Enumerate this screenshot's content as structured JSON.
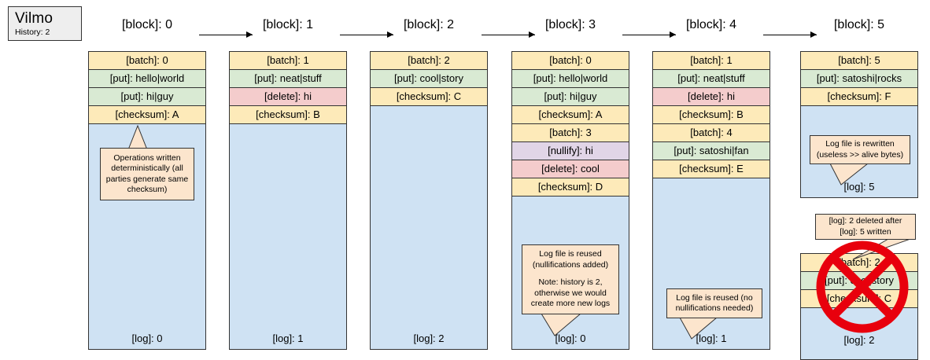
{
  "app": {
    "title": "Vilmo",
    "subtitle": "History: 2"
  },
  "blocks": [
    {
      "label": "[block]: 0",
      "logs": [
        {
          "log_label": "[log]: 0",
          "rows": [
            {
              "kind": "batch",
              "text": "[batch]: 0"
            },
            {
              "kind": "put",
              "text": "[put]: hello|world"
            },
            {
              "kind": "put",
              "text": "[put]: hi|guy"
            },
            {
              "kind": "checksum",
              "text": "[checksum]: A"
            }
          ]
        }
      ]
    },
    {
      "label": "[block]: 1",
      "logs": [
        {
          "log_label": "[log]: 1",
          "rows": [
            {
              "kind": "batch",
              "text": "[batch]: 1"
            },
            {
              "kind": "put",
              "text": "[put]: neat|stuff"
            },
            {
              "kind": "delete",
              "text": "[delete]: hi"
            },
            {
              "kind": "checksum",
              "text": "[checksum]: B"
            }
          ]
        }
      ]
    },
    {
      "label": "[block]: 2",
      "logs": [
        {
          "log_label": "[log]: 2",
          "rows": [
            {
              "kind": "batch",
              "text": "[batch]: 2"
            },
            {
              "kind": "put",
              "text": "[put]: cool|story"
            },
            {
              "kind": "checksum",
              "text": "[checksum]: C"
            }
          ]
        }
      ]
    },
    {
      "label": "[block]: 3",
      "logs": [
        {
          "log_label": "[log]: 0",
          "rows": [
            {
              "kind": "batch",
              "text": "[batch]: 0"
            },
            {
              "kind": "put",
              "text": "[put]: hello|world"
            },
            {
              "kind": "put",
              "text": "[put]: hi|guy"
            },
            {
              "kind": "checksum",
              "text": "[checksum]: A"
            },
            {
              "kind": "batch",
              "text": "[batch]: 3"
            },
            {
              "kind": "nullify",
              "text": "[nullify]: hi"
            },
            {
              "kind": "delete",
              "text": "[delete]: cool"
            },
            {
              "kind": "checksum",
              "text": "[checksum]: D"
            }
          ]
        }
      ]
    },
    {
      "label": "[block]: 4",
      "logs": [
        {
          "log_label": "[log]: 1",
          "rows": [
            {
              "kind": "batch",
              "text": "[batch]: 1"
            },
            {
              "kind": "put",
              "text": "[put]: neat|stuff"
            },
            {
              "kind": "delete",
              "text": "[delete]: hi"
            },
            {
              "kind": "checksum",
              "text": "[checksum]: B"
            },
            {
              "kind": "batch",
              "text": "[batch]: 4"
            },
            {
              "kind": "put",
              "text": "[put]: satoshi|fan"
            },
            {
              "kind": "checksum",
              "text": "[checksum]: E"
            }
          ]
        }
      ]
    },
    {
      "label": "[block]: 5",
      "logs": [
        {
          "log_label": "[log]: 5",
          "rows": [
            {
              "kind": "batch",
              "text": "[batch]: 5"
            },
            {
              "kind": "put",
              "text": "[put]: satoshi|rocks"
            },
            {
              "kind": "checksum",
              "text": "[checksum]: F"
            }
          ]
        },
        {
          "log_label": "[log]: 2",
          "deleted": true,
          "rows": [
            {
              "kind": "batch",
              "text": "[batch]: 2"
            },
            {
              "kind": "put",
              "text": "[put]: cool|story"
            },
            {
              "kind": "checksum",
              "text": "[checksum]: C"
            }
          ]
        }
      ]
    }
  ],
  "callouts": {
    "deterministic": {
      "lines": [
        "Operations written deterministically (all parties generate same checksum)"
      ]
    },
    "reuse_nullify": {
      "lines": [
        "Log file is reused (nullifications added)",
        "Note: history is 2, otherwise we would create more new logs"
      ]
    },
    "reuse_plain": {
      "lines": [
        "Log file is reused (no nullifications needed)"
      ]
    },
    "rewritten": {
      "lines": [
        "Log file is rewritten (useless >> alive bytes)"
      ]
    },
    "deleted_note": {
      "lines": [
        "[log]: 2 deleted after [log]: 5 written"
      ]
    }
  },
  "colors": {
    "batch": "#fdeab9",
    "put": "#d9ead3",
    "delete": "#f4cccc",
    "nullify": "#e1d5e7",
    "log_body": "#cfe2f3",
    "callout": "#fce5cd",
    "stroke": "#333333",
    "cross": "#e8000d"
  }
}
